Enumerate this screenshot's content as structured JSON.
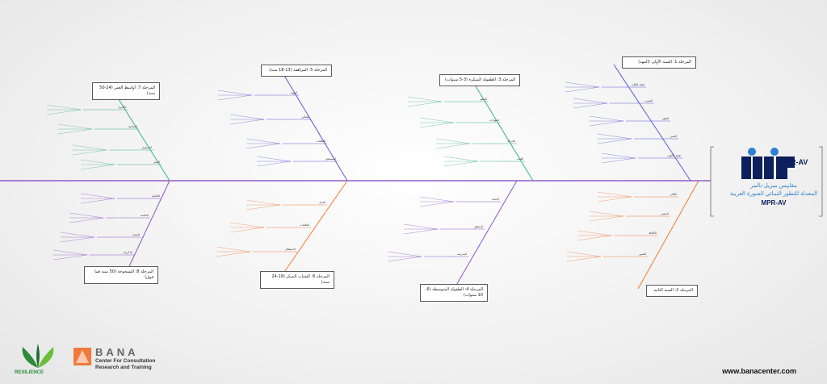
{
  "logo": {
    "top_label": "R-AV",
    "mark": "MPR",
    "arabic_line1": "مقاييس ميريل-بالمر",
    "arabic_line2": "المعدلة للتطور النمائي الصورة العربية",
    "bottom_label": "MPR-AV"
  },
  "footer": {
    "resilience": "RESILIENCE",
    "bana_name": "BANA",
    "bana_line1": "Center For Consultation",
    "bana_line2": "Research and Training",
    "url": "www.banacenter.com"
  },
  "colors": {
    "spine": "#7d3fbf",
    "blue": "#5b5bd6",
    "green": "#3fb28a",
    "orange": "#f07a3a",
    "purple": "#8a55c9"
  },
  "stages": [
    {
      "id": "s1",
      "title": "المرحلة 1: السنة الأولى (المهد)",
      "items": [
        "تقليد الكلام",
        "الصوت",
        "الطور",
        "الحس",
        "تقليد الألوان"
      ]
    },
    {
      "id": "s2",
      "title": "المرحلة 2: السنة الثانية",
      "items": [
        "الكلام",
        "المشي",
        "الألفاظ",
        "التعبير"
      ]
    },
    {
      "id": "s3",
      "title": "المرحلة 3: الطفولة المبكرة (3-5 سنوات)",
      "items": [
        "التعليم",
        "المهارات",
        "الحركة",
        "اللعب"
      ]
    },
    {
      "id": "s4",
      "title": "المرحلة 4: الطفولة المتوسطة (6-10 سنوات)",
      "items": [
        "الانتباه",
        "المنطق",
        "المدرسة"
      ]
    },
    {
      "id": "s5",
      "title": "المرحلة 5: المراهقة (13-18 سنة)",
      "items": [
        "الهوية",
        "التفكير",
        "العلاقات",
        "المستقبل"
      ]
    },
    {
      "id": "s6",
      "title": "المرحلة 6: الشباب المبكر (19-24 سنة)",
      "items": [
        "العمل",
        "العلاقات",
        "الاستقلال"
      ]
    },
    {
      "id": "s7",
      "title": "المرحلة 7: أواسط العمر (24-50 سنة)",
      "items": [
        "الأسرة",
        "الإنتاجية",
        "الاستقرار",
        "العمل"
      ]
    },
    {
      "id": "s8",
      "title": "المرحلة 8: الشيخوخة (50 سنة فما فوق)",
      "items": [
        "التكامل",
        "الحكمة",
        "الصحة",
        "الذكريات"
      ]
    }
  ]
}
